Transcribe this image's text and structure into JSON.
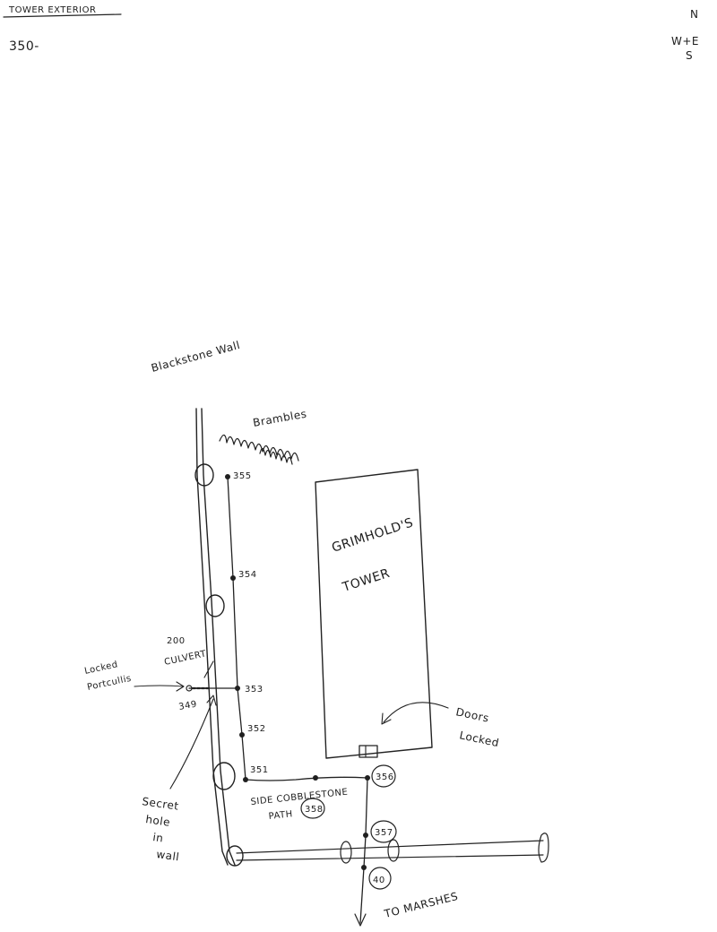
{
  "header": {
    "title": "TOWER EXTERIOR",
    "page_ref": "350-"
  },
  "compass": {
    "n": "N",
    "w_e": "W+E",
    "s": "S"
  },
  "labels": {
    "wall": "Blackstone Wall",
    "brambles": "Brambles",
    "tower_line1": "GRIMHOLD'S",
    "tower_line2": "TOWER",
    "doors_line1": "Doors",
    "doors_line2": "Locked",
    "culvert_num": "200",
    "culvert": "CULVERT",
    "locked_portcullis_line1": "Locked",
    "locked_portcullis_line2": "Portcullis",
    "culvert_marker": "349",
    "secret_line1": "Secret",
    "secret_line2": "hole",
    "secret_line3": "in",
    "secret_line4": "wall",
    "side_path_line1": "SIDE COBBLESTONE",
    "side_path_line2": "PATH",
    "to_marshes": "TO MARSHES"
  },
  "nodes": {
    "n355": "355",
    "n354": "354",
    "n353": "353",
    "n352": "352",
    "n351": "351",
    "n356": "356",
    "n357": "357",
    "n40": "40",
    "n358": "358"
  },
  "colors": {
    "ink": "#222222",
    "paper": "#ffffff"
  }
}
